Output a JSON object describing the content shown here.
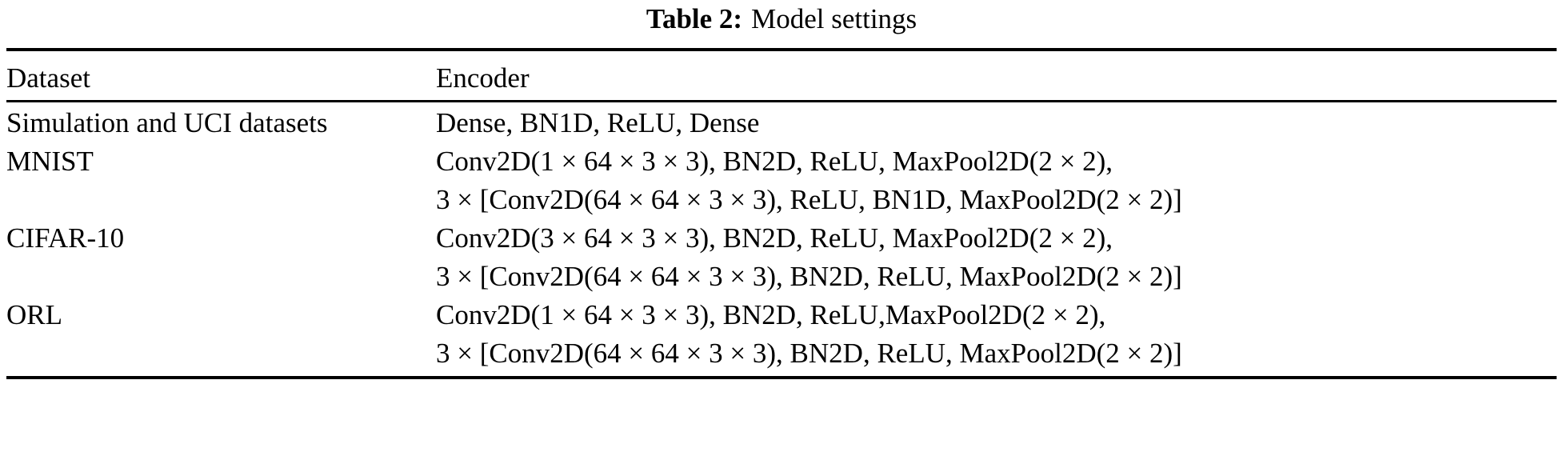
{
  "caption": {
    "label": "Table 2:",
    "text": "Model settings"
  },
  "table": {
    "columns": [
      {
        "key": "dataset",
        "header": "Dataset"
      },
      {
        "key": "encoder",
        "header": "Encoder"
      }
    ],
    "rows": [
      {
        "dataset": "Simulation and UCI datasets",
        "encoder_lines": [
          "Dense, BN1D, ReLU, Dense"
        ]
      },
      {
        "dataset": "MNIST",
        "encoder_lines": [
          "Conv2D(1 × 64 × 3 × 3), BN2D, ReLU, MaxPool2D(2 × 2),",
          "3 × [Conv2D(64 × 64 × 3 × 3), ReLU, BN1D, MaxPool2D(2 × 2)]"
        ]
      },
      {
        "dataset": "CIFAR-10",
        "encoder_lines": [
          "Conv2D(3 × 64 × 3 × 3), BN2D, ReLU, MaxPool2D(2 × 2),",
          "3 × [Conv2D(64 × 64 × 3 × 3), BN2D, ReLU, MaxPool2D(2 × 2)]"
        ]
      },
      {
        "dataset": "ORL",
        "encoder_lines": [
          "Conv2D(1 × 64 × 3 × 3), BN2D, ReLU,MaxPool2D(2 × 2),",
          "3 × [Conv2D(64 × 64 × 3 × 3), BN2D, ReLU, MaxPool2D(2 × 2)]"
        ]
      }
    ]
  }
}
